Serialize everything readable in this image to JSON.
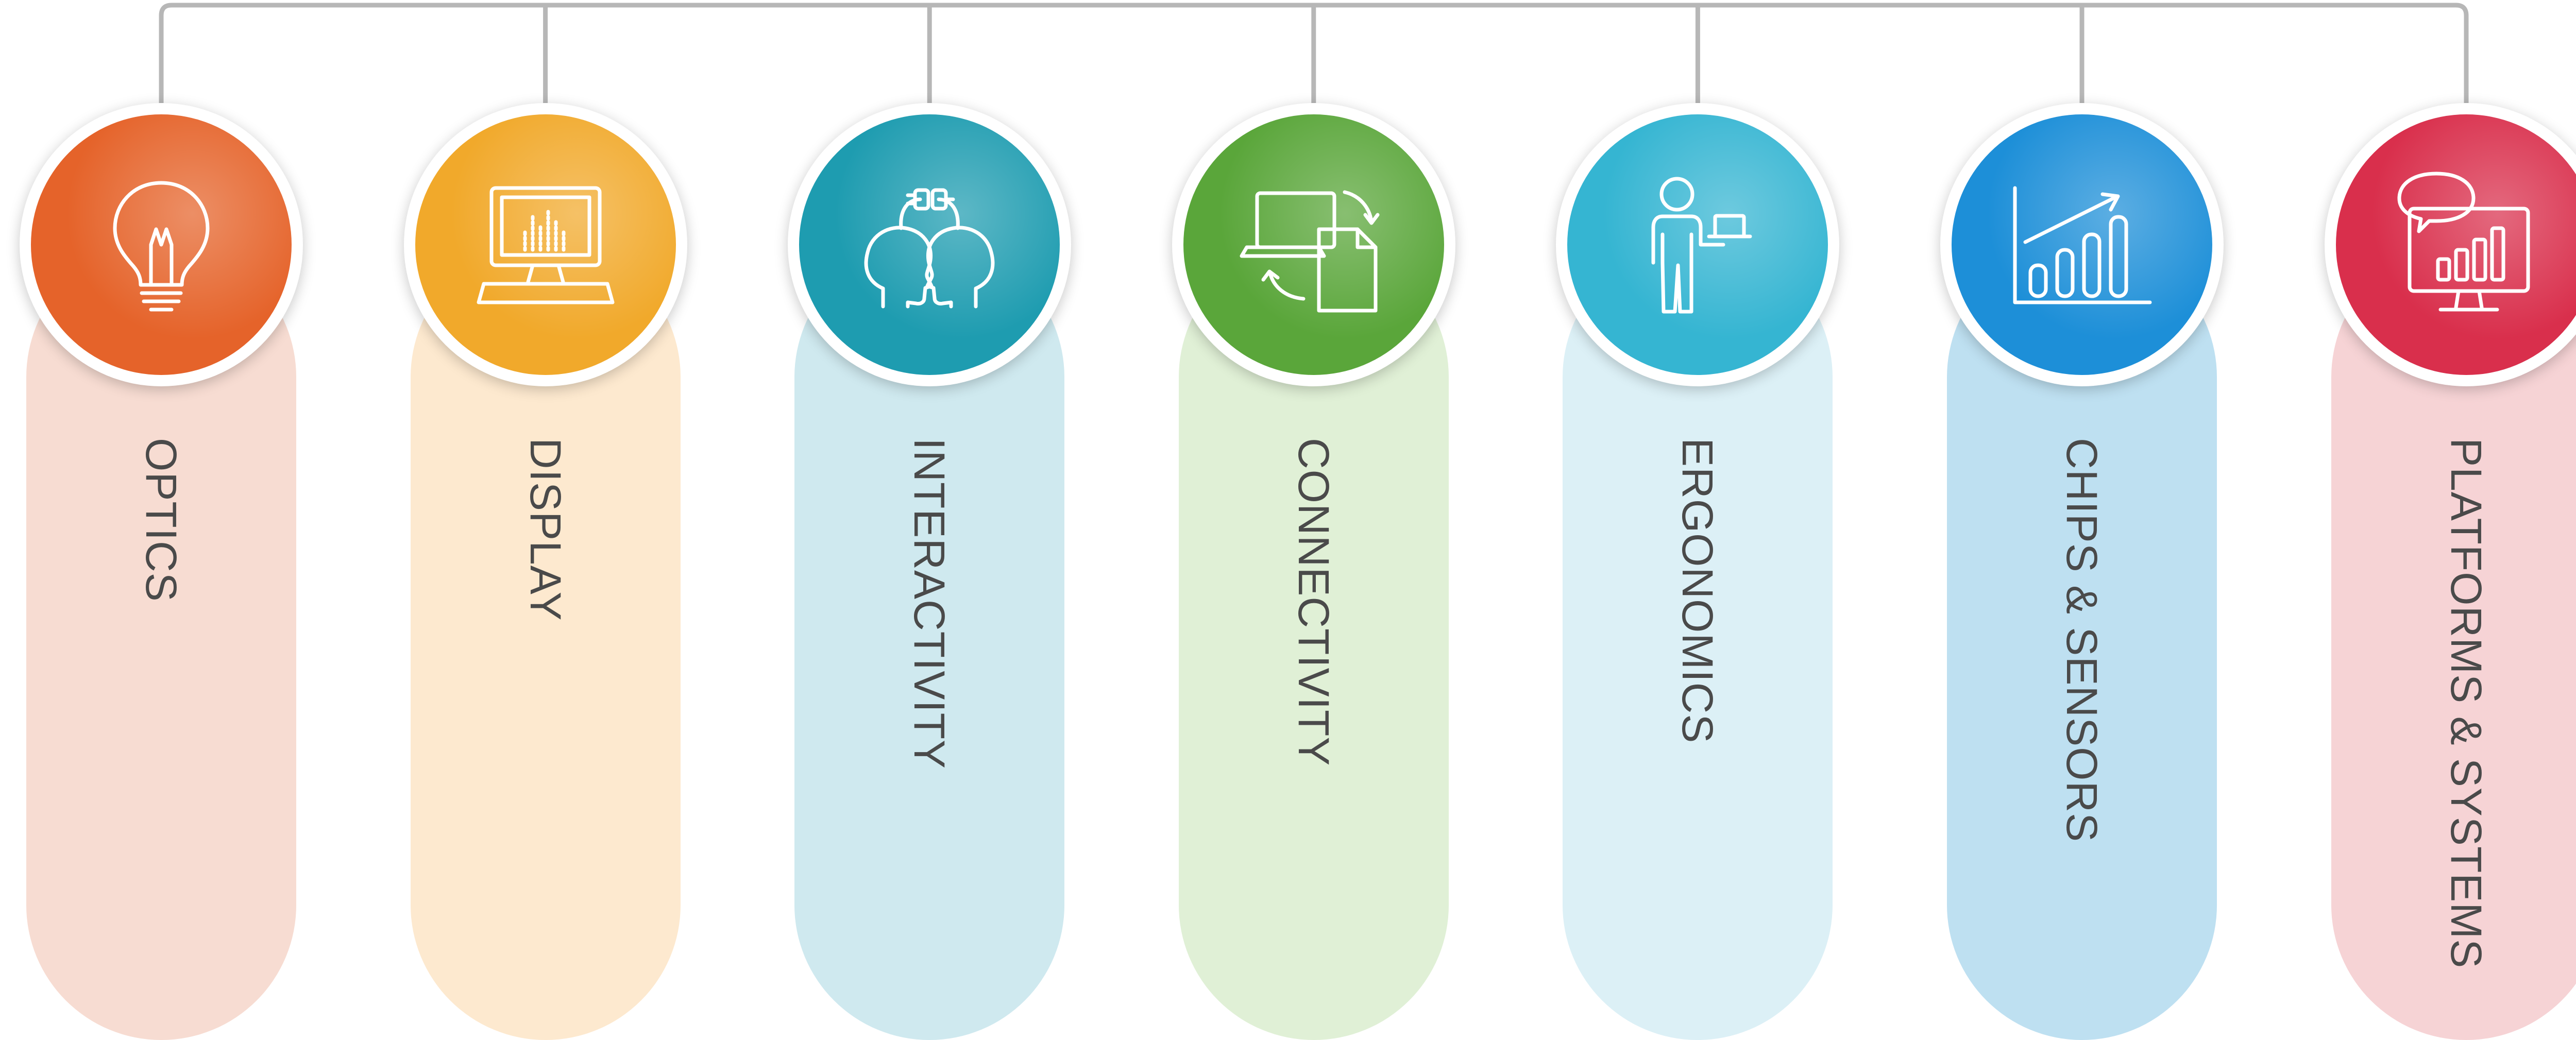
{
  "items": [
    {
      "label": "OPTICS",
      "icon": "light-bulb-icon",
      "pill_color": "#f7dcd2",
      "disc_color": "#e5632a"
    },
    {
      "label": "DISPLAY",
      "icon": "computer-equalizer-icon",
      "pill_color": "#fde9cf",
      "disc_color": "#f1a92b"
    },
    {
      "label": "INTERACTIVITY",
      "icon": "people-plug-icon",
      "pill_color": "#cfe9ef",
      "disc_color": "#1e9cb0"
    },
    {
      "label": "CONNECTIVITY",
      "icon": "laptop-document-transfer-icon",
      "pill_color": "#e0f0d6",
      "disc_color": "#5aa63a"
    },
    {
      "label": "ERGONOMICS",
      "icon": "person-laptop-icon",
      "pill_color": "#dcf0f6",
      "disc_color": "#35b5d2"
    },
    {
      "label": "CHIPS & SENSORS",
      "icon": "growth-bar-chart-icon",
      "pill_color": "#bee0f1",
      "disc_color": "#1d8fd8"
    },
    {
      "label": "PLATFORMS & SYSTEMS",
      "icon": "monitor-chat-chart-icon",
      "pill_color": "#f6d3d5",
      "disc_color": "#d92f4c"
    }
  ],
  "connector_color": "#b7b7b7"
}
